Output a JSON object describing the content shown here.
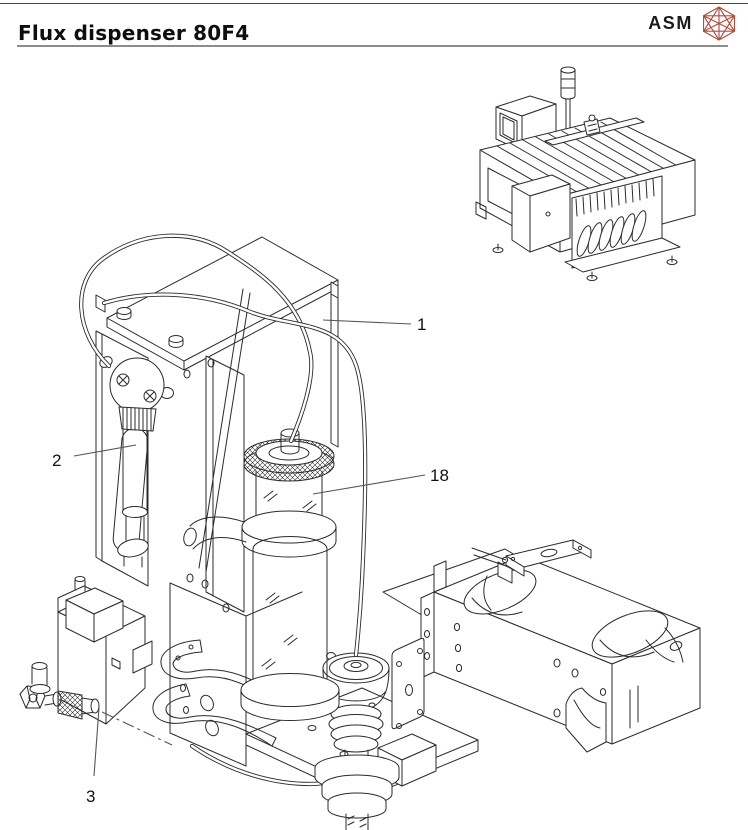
{
  "header": {
    "title": "Flux dispenser 80F4",
    "logo_text": "ASM",
    "logo_icon": "asm-hexagon-icon"
  },
  "colors": {
    "line": "#2b2b2b",
    "logo_red": "#b24c3d",
    "rule_gray": "#8c8c8c",
    "top_rule": "#4a4a4a"
  },
  "diagram": {
    "callouts": [
      {
        "label": "1"
      },
      {
        "label": "2"
      },
      {
        "label": "3"
      },
      {
        "label": "18"
      }
    ]
  }
}
